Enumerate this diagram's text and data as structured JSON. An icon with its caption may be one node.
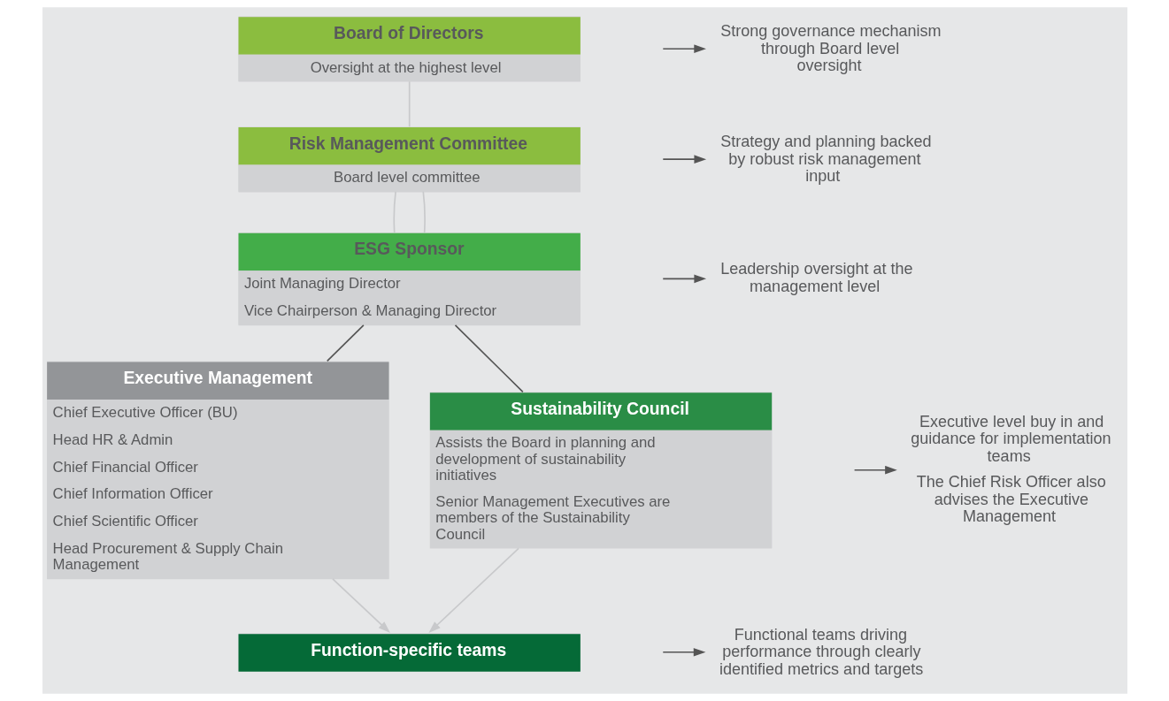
{
  "diagram": {
    "nodes": [
      {
        "text": [
          "Board of Directors",
          "Oversight at the highest level"
        ]
      },
      {
        "text": [
          "Risk Management Committee",
          "Board level committee"
        ]
      },
      {
        "text": [
          "ESG Sponsor",
          "Joint Managing Director",
          "Vice Chairperson & Managing Director"
        ]
      },
      {
        "text": [
          "Executive Management",
          "Chief Executive Officer (BU)",
          "Head HR & Admin",
          "Chief Financial Officer",
          "Chief Information Officer",
          "Chief Scientific Officer",
          "Head Procurement & Supply Chain Management"
        ]
      },
      {
        "text": [
          "Sustainability Council",
          "Assists the Board in planning and development of sustainability initiatives",
          "Senior Management Executives are members of the Sustainability Council"
        ]
      },
      {
        "text": [
          "Function-specific teams"
        ]
      },
      {
        "text": [
          "Strong governance mechanism through Board level oversight"
        ]
      },
      {
        "text": [
          "Strategy and planning backed by robust risk management input"
        ]
      },
      {
        "text": [
          "Leadership oversight at the management level"
        ]
      },
      {
        "text": [
          "Executive level buy in and guidance for implementation teams",
          "The Chief Risk Officer also advises the Executive Management"
        ]
      },
      {
        "text": [
          "Functional teams driving performance through clearly identified metrics and targets"
        ]
      }
    ],
    "edges": [
      {
        "from": 0,
        "to": 1,
        "arrow": "none",
        "color": "#c8c9cb"
      },
      {
        "from": 1,
        "to": 2,
        "arrow": "none",
        "color": "#c8c9cb"
      },
      {
        "from": 1,
        "to": 2,
        "arrow": "none",
        "color": "#c8c9cb"
      },
      {
        "from": 2,
        "to": 3,
        "arrow": "none"
      },
      {
        "from": 2,
        "to": 4,
        "arrow": "none"
      },
      {
        "from": 3,
        "to": 5,
        "arrow": "to",
        "color": "#c8c9cb"
      },
      {
        "from": 4,
        "to": 5,
        "arrow": "to",
        "color": "#c8c9cb"
      },
      {
        "from": null,
        "to": 6,
        "arrow": "to"
      },
      {
        "from": null,
        "to": 7,
        "arrow": "to"
      },
      {
        "from": null,
        "to": 8,
        "arrow": "to"
      },
      {
        "from": null,
        "to": 9,
        "arrow": "to"
      },
      {
        "from": null,
        "to": 10,
        "arrow": "to"
      }
    ]
  }
}
